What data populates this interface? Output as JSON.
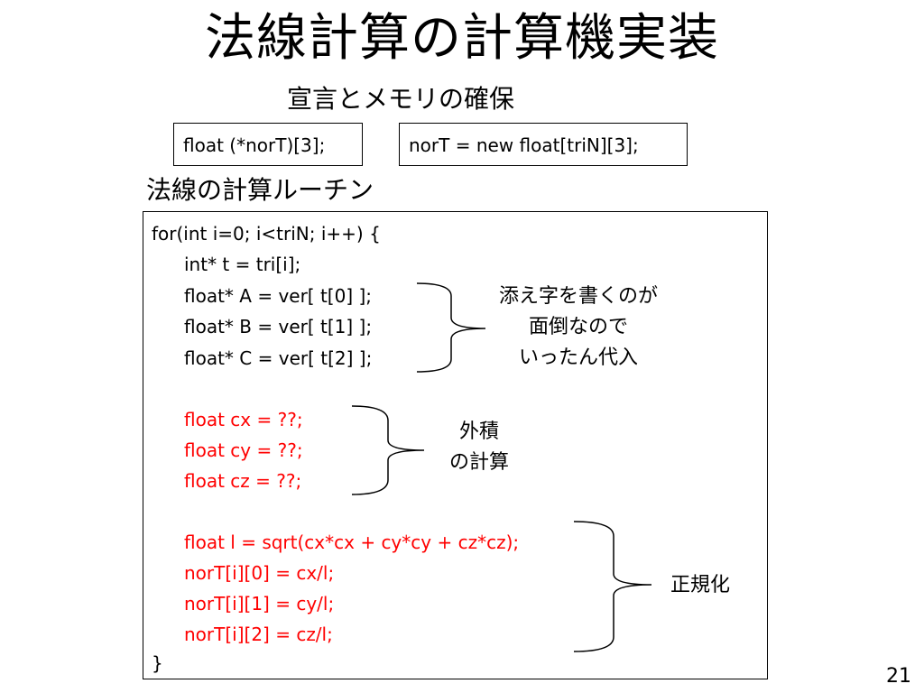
{
  "slide": {
    "title": "法線計算の計算機実装",
    "subtitle": "宣言とメモリの確保",
    "declarations": [
      "float (*norT)[3];",
      "norT = new float[triN][3];"
    ],
    "section_heading": "法線の計算ルーチン",
    "page_number": "21"
  },
  "code": [
    {
      "text": "for(int i=0; i<triN; i++) {",
      "color": "black"
    },
    {
      "text": "int* t = tri[i];",
      "color": "black"
    },
    {
      "text": "float* A = ver[ t[0] ];",
      "color": "black"
    },
    {
      "text": "float* B = ver[ t[1] ];",
      "color": "black"
    },
    {
      "text": "float* C = ver[ t[2] ];",
      "color": "black"
    },
    {
      "text": "float cx = ??;",
      "color": "red"
    },
    {
      "text": "float cy = ??;",
      "color": "red"
    },
    {
      "text": "float cz = ??;",
      "color": "red"
    },
    {
      "text": "float l = sqrt(cx*cx + cy*cy + cz*cz);",
      "color": "red"
    },
    {
      "text": "norT[i][0] = cx/l;",
      "color": "red"
    },
    {
      "text": "norT[i][1] = cy/l;",
      "color": "red"
    },
    {
      "text": "norT[i][2] = cz/l;",
      "color": "red"
    },
    {
      "text": "}",
      "color": "black"
    }
  ],
  "annotations": [
    {
      "lines": [
        "添え字を書くのが",
        "面倒なので",
        "いったん代入"
      ]
    },
    {
      "lines": [
        "外積",
        "の計算"
      ]
    },
    {
      "lines": [
        "正規化"
      ]
    }
  ]
}
